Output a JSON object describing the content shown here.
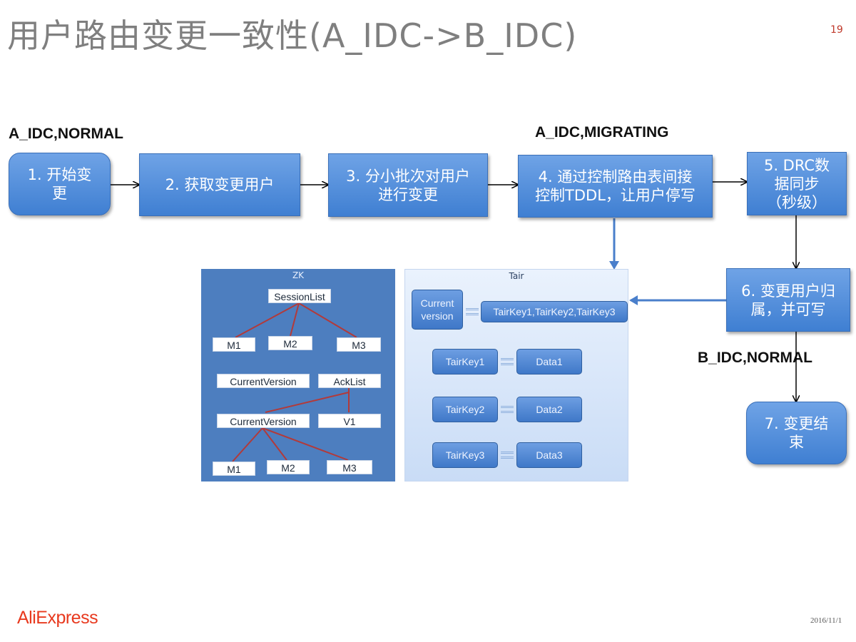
{
  "slide": {
    "title": "用户路由变更一致性(A_IDC->B_IDC)",
    "page_number": "19",
    "date": "2016/11/1",
    "logo_text": "AliExpress"
  },
  "states": {
    "a_normal": "A_IDC,NORMAL",
    "a_migrating": "A_IDC,MIGRATING",
    "b_normal": "B_IDC,NORMAL"
  },
  "steps": [
    "1. 开始变\n更",
    "2. 获取变更用户",
    "3. 分小批次对用户\n进行变更",
    "4. 通过控制路由表间接\n控制TDDL，让用户停写",
    "5. DRC数\n据同步\n（秒级）",
    "6. 变更用户归\n属，并可写",
    "7. 变更结\n束"
  ],
  "zk": {
    "title": "ZK",
    "session_list": "SessionList",
    "m1": "M1",
    "m2": "M2",
    "m3": "M3",
    "current_version": "CurrentVersion",
    "ack_list": "AckList",
    "current_version2": "CurrentVersion",
    "v1": "V1",
    "m1b": "M1",
    "m2b": "M2",
    "m3b": "M3"
  },
  "tair": {
    "title": "Tair",
    "current_version": "Current\nversion",
    "keys_list": "TairKey1,TairKey2,TairKey3",
    "key1": "TairKey1",
    "data1": "Data1",
    "key2": "TairKey2",
    "data2": "Data2",
    "key3": "TairKey3",
    "data3": "Data3"
  }
}
